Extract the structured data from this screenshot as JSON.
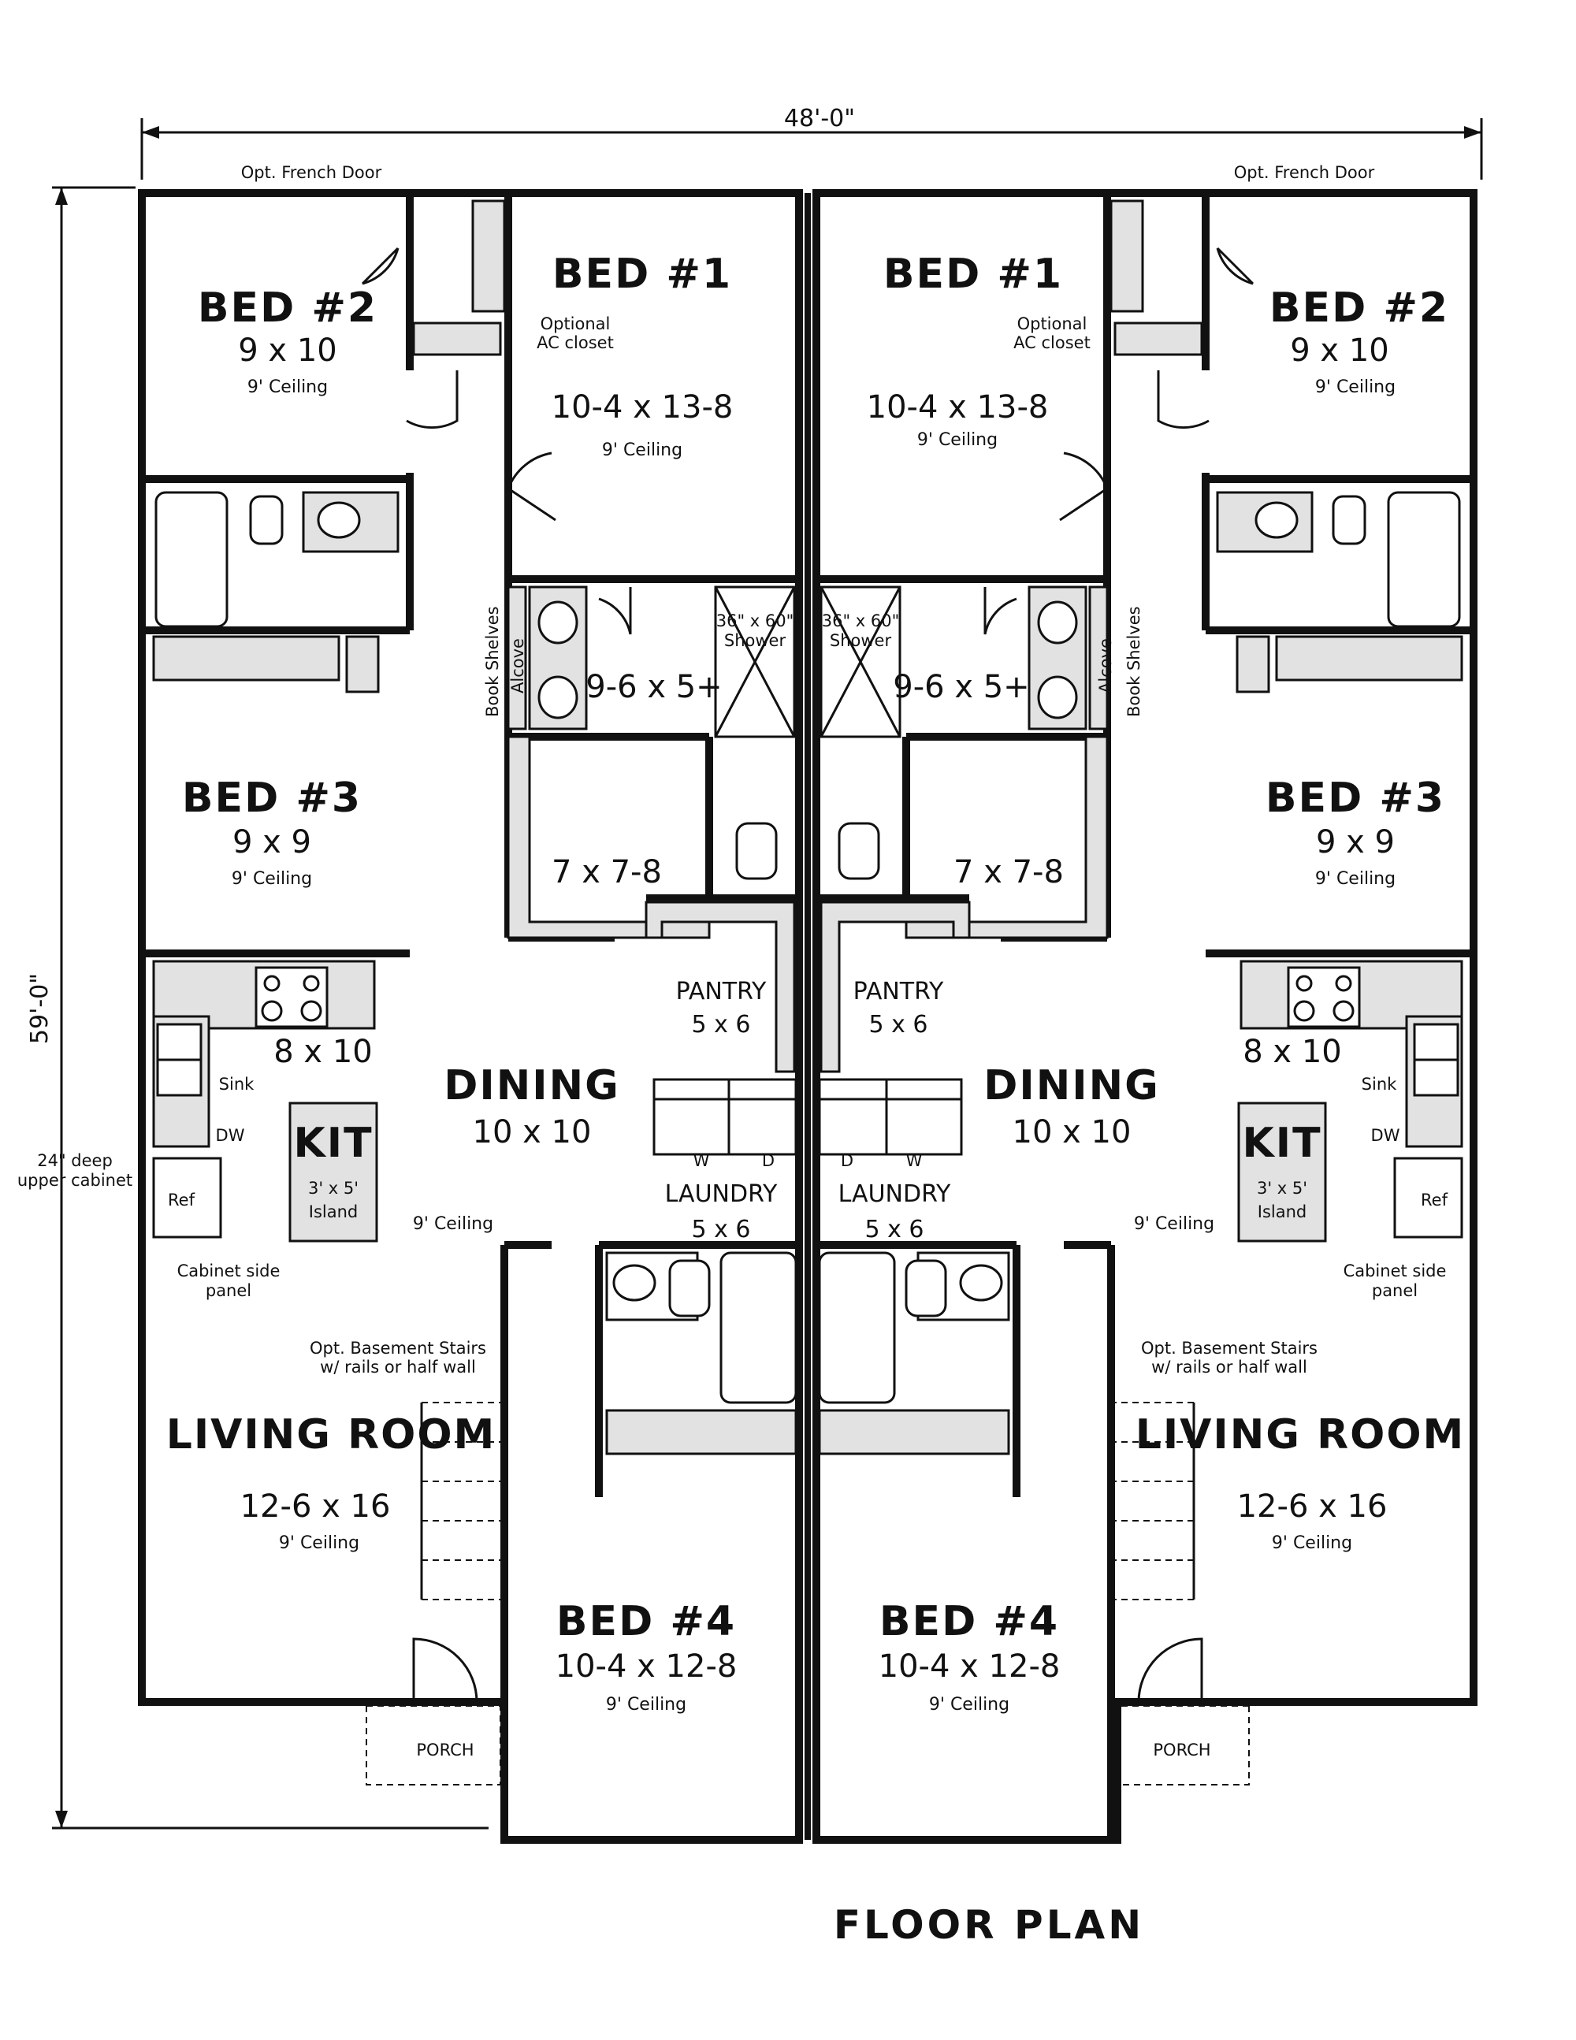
{
  "plan": {
    "title": "FLOOR PLAN",
    "overall_width": "48'-0\"",
    "overall_depth": "59'-0\""
  },
  "units": [
    {
      "side": "left",
      "french_door": "Opt. French Door",
      "bed2": {
        "name": "BED #2",
        "size": "9 x 10",
        "ceiling": "9' Ceiling"
      },
      "bed1": {
        "name": "BED #1",
        "size": "10-4 x 13-8",
        "ceiling": "9' Ceiling"
      },
      "ac_closet": [
        "Optional",
        "AC closet"
      ],
      "shelves": [
        "Book Shelves",
        "Alcove"
      ],
      "master_bath": "9-6 x 5+",
      "shower": [
        "36\" x 60\"",
        "Shower"
      ],
      "closet": "7 x 7-8",
      "bed3": {
        "name": "BED #3",
        "size": "9 x 9",
        "ceiling": "9' Ceiling"
      },
      "pantry": {
        "name": "PANTRY",
        "size": "5 x 6"
      },
      "kitchen": {
        "size": "8 x 10",
        "sink": "Sink",
        "dw": "DW",
        "ref": "Ref",
        "kit": "KIT",
        "island": [
          "3' x 5'",
          "Island"
        ],
        "upper_note": [
          "24\" deep",
          "upper cabinet"
        ],
        "panel_note": [
          "Cabinet side",
          "panel"
        ]
      },
      "dining": {
        "name": "DINING",
        "size": "10 x 10",
        "ceiling": "9' Ceiling"
      },
      "laundry": {
        "name": "LAUNDRY",
        "size": "5 x 6",
        "washer": "W",
        "dryer": "D"
      },
      "stairs_note": [
        "Opt. Basement Stairs",
        "w/ rails or half wall"
      ],
      "living": {
        "name": "LIVING ROOM",
        "size": "12-6 x 16",
        "ceiling": "9' Ceiling"
      },
      "bed4": {
        "name": "BED #4",
        "size": "10-4 x 12-8",
        "ceiling": "9' Ceiling"
      },
      "porch": "PORCH"
    },
    {
      "side": "right",
      "french_door": "Opt. French Door",
      "bed2": {
        "name": "BED #2",
        "size": "9 x 10",
        "ceiling": "9' Ceiling"
      },
      "bed1": {
        "name": "BED #1",
        "size": "10-4 x 13-8",
        "ceiling": "9' Ceiling"
      },
      "ac_closet": [
        "Optional",
        "AC closet"
      ],
      "shelves": [
        "Book Shelves",
        "Alcove"
      ],
      "master_bath": "9-6 x 5+",
      "shower": [
        "36\" x 60\"",
        "Shower"
      ],
      "closet": "7 x 7-8",
      "bed3": {
        "name": "BED #3",
        "size": "9 x 9",
        "ceiling": "9' Ceiling"
      },
      "pantry": {
        "name": "PANTRY",
        "size": "5 x 6"
      },
      "kitchen": {
        "size": "8 x 10",
        "sink": "Sink",
        "dw": "DW",
        "ref": "Ref",
        "kit": "KIT",
        "island": [
          "3' x 5'",
          "Island"
        ],
        "panel_note": [
          "Cabinet side",
          "panel"
        ]
      },
      "dining": {
        "name": "DINING",
        "size": "10 x 10",
        "ceiling": "9' Ceiling"
      },
      "laundry": {
        "name": "LAUNDRY",
        "size": "5 x 6",
        "washer": "W",
        "dryer": "D"
      },
      "stairs_note": [
        "Opt. Basement Stairs",
        "w/ rails or half wall"
      ],
      "living": {
        "name": "LIVING ROOM",
        "size": "12-6 x 16",
        "ceiling": "9' Ceiling"
      },
      "bed4": {
        "name": "BED #4",
        "size": "10-4 x 12-8",
        "ceiling": "9' Ceiling"
      },
      "porch": "PORCH"
    }
  ]
}
